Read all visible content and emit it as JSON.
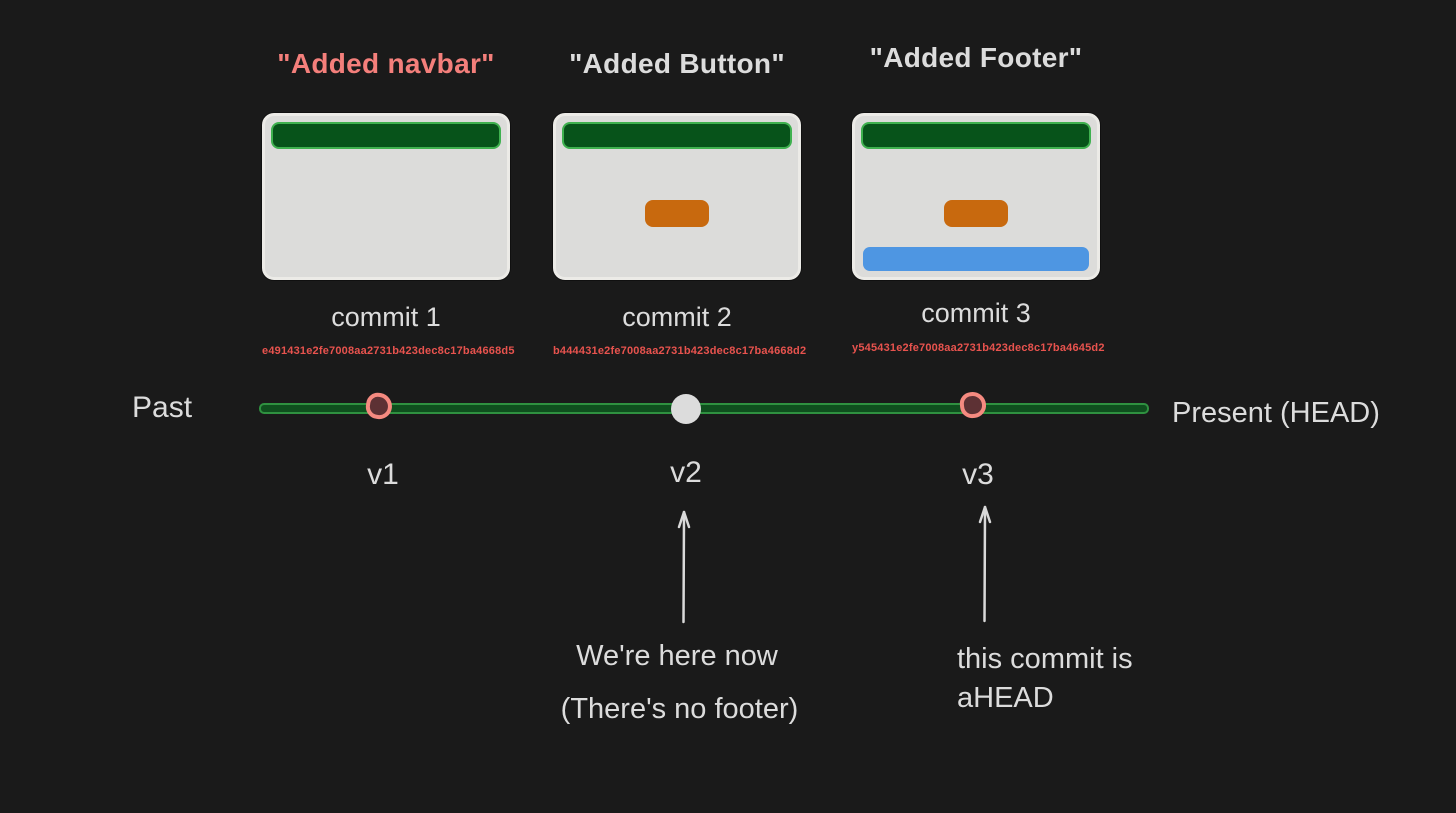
{
  "diagram_title": "git commit timeline",
  "colors": {
    "bg": "#1a1a1a",
    "text": "#dcdcdc",
    "salmon": "#f47f7b",
    "hash_red": "#e8534e",
    "card_body": "#dcdcda",
    "card_outline": "#ecebe7",
    "nav_green": "#07531a",
    "nav_border": "#3fb14f",
    "btn_orange": "#c8690e",
    "footer_blue": "#4e96e2",
    "tl_green": "#0f4f1e",
    "tl_border": "#2f9140",
    "dot_maroon": "#5d3134",
    "dot_ring": "#f58a80",
    "dot_white": "#dcdcdc",
    "arrow": "#d9d9d9"
  },
  "commits": [
    {
      "message": "\"Added navbar\"",
      "label": "commit 1",
      "hash": "e491431e2fe7008aa2731b423dec8c17ba4668d5",
      "version": "v1",
      "features": [
        "navbar"
      ],
      "dot_style": "maroon-ringed"
    },
    {
      "message": "\"Added Button\"",
      "label": "commit 2",
      "hash": "b444431e2fe7008aa2731b423dec8c17ba4668d2",
      "version": "v2",
      "features": [
        "navbar",
        "button"
      ],
      "dot_style": "white"
    },
    {
      "message": "\"Added Footer\"",
      "label": "commit 3",
      "hash": "y545431e2fe7008aa2731b423dec8c17ba4645d2",
      "version": "v3",
      "features": [
        "navbar",
        "button",
        "footer"
      ],
      "dot_style": "maroon-ringed"
    }
  ],
  "timeline": {
    "past_label": "Past",
    "present_label": "Present (HEAD)"
  },
  "annotations": {
    "current": {
      "line1": "We're here now",
      "line2": "(There's no footer)"
    },
    "ahead": {
      "line1": "this commit is",
      "line2": "aHEAD"
    }
  }
}
